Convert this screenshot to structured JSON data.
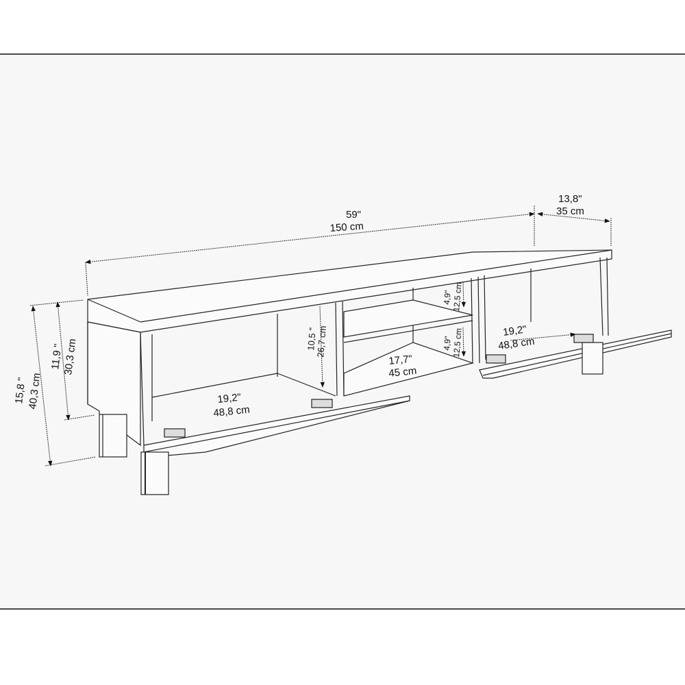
{
  "diagram": {
    "subject": "TV stand dimension drawing",
    "colors": {
      "background": "#f7f7f7",
      "frame_border": "#4a4a4a",
      "line": "#222222"
    },
    "dimensions": {
      "width": {
        "in": "59\"",
        "cm": "150 cm"
      },
      "depth": {
        "in": "13,8\"",
        "cm": "35 cm"
      },
      "total_height": {
        "in": "15,8 \"",
        "cm": "40,3 cm"
      },
      "body_height": {
        "in": "11,9 \"",
        "cm": "30,3 cm"
      },
      "inner_compartment_height": {
        "in": "10,5 \"",
        "cm": "26,7 cm"
      },
      "upper_shelf_height": {
        "in": "4,9\"",
        "cm": "12,5 cm"
      },
      "lower_shelf_height": {
        "in": "4,9\"",
        "cm": "12,5 cm"
      },
      "middle_compartment_width": {
        "in": "17,7\"",
        "cm": "45 cm"
      },
      "left_compartment_width": {
        "in": "19,2\"",
        "cm": "48,8 cm"
      },
      "right_compartment_width": {
        "in": "19,2\"",
        "cm": "48,8 cm"
      }
    }
  }
}
